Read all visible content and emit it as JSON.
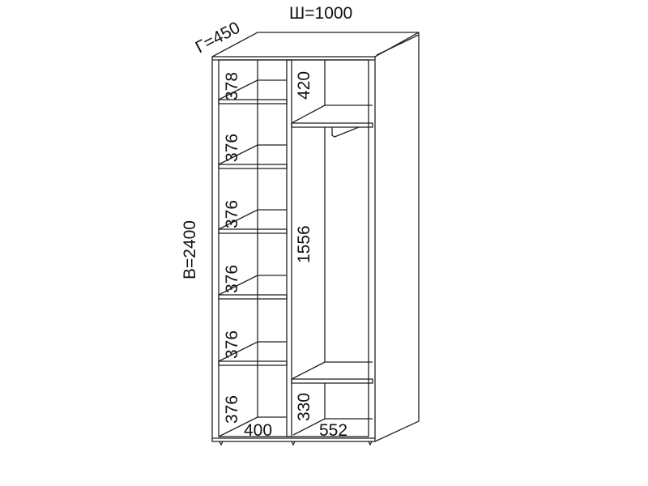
{
  "dimensions": {
    "depth": "Г=450",
    "width": "Ш=1000",
    "height": "В=2400"
  },
  "left_section": {
    "shelf_heights": [
      "378",
      "376",
      "376",
      "376",
      "376",
      "376"
    ],
    "width": "400"
  },
  "right_section": {
    "top_height": "420",
    "hanging_height": "1556",
    "bottom_height": "330",
    "width": "552"
  }
}
